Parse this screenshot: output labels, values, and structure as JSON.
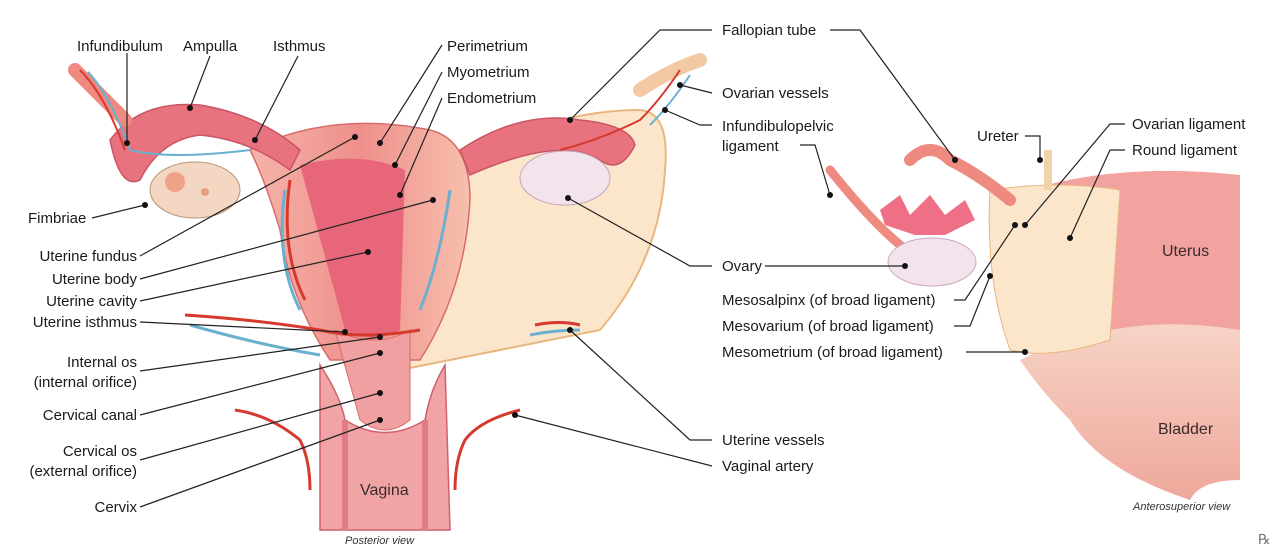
{
  "labels": {
    "infundibulum": "Infundibulum",
    "ampulla": "Ampulla",
    "isthmus": "Isthmus",
    "perimetrium": "Perimetrium",
    "myometrium": "Myometrium",
    "endometrium": "Endometrium",
    "fimbriae": "Fimbriae",
    "uterine_fundus": "Uterine fundus",
    "uterine_body": "Uterine body",
    "uterine_cavity": "Uterine cavity",
    "uterine_isthmus": "Uterine isthmus",
    "internal_os_1": "Internal os",
    "internal_os_2": "(internal orifice)",
    "cervical_canal": "Cervical canal",
    "cervical_os_1": "Cervical os",
    "cervical_os_2": "(external orifice)",
    "cervix": "Cervix",
    "vagina": "Vagina",
    "fallopian_tube": "Fallopian tube",
    "ovarian_vessels": "Ovarian vessels",
    "infundibulopelvic_1": "Infundibulopelvic",
    "infundibulopelvic_2": "ligament",
    "ovary": "Ovary",
    "uterine_vessels": "Uterine vessels",
    "vaginal_artery": "Vaginal artery",
    "ureter": "Ureter",
    "ovarian_ligament": "Ovarian ligament",
    "round_ligament": "Round ligament",
    "uterus": "Uterus",
    "mesosalpinx": "Mesosalpinx (of broad ligament)",
    "mesovarium": "Mesovarium (of broad ligament)",
    "mesometrium": "Mesometrium (of broad ligament)",
    "bladder": "Bladder"
  },
  "captions": {
    "posterior": "Posterior view",
    "anterosuperior": "Anterosuperior view"
  },
  "logo": "℞",
  "colors": {
    "tissue_pink": "#e8747f",
    "tissue_light": "#f4b9a6",
    "ligament_cream": "#fbe8cf",
    "artery_red": "#d63a2f",
    "vein_blue": "#6bb1cf",
    "ovary": "#f3e3ec"
  }
}
